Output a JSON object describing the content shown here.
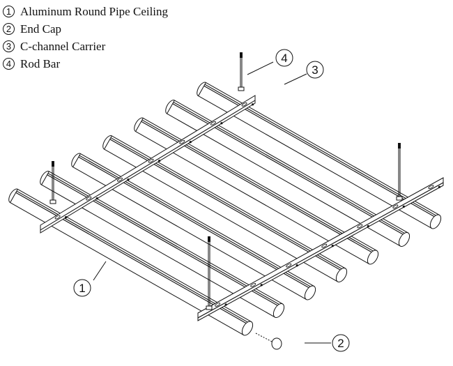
{
  "legend": [
    {
      "num": "1",
      "label": "Aluminum Round Pipe Ceiling"
    },
    {
      "num": "2",
      "label": "End Cap"
    },
    {
      "num": "3",
      "label": "C-channel Carrier"
    },
    {
      "num": "4",
      "label": "Rod Bar"
    }
  ],
  "callouts": {
    "pipe": "1",
    "end_cap": "2",
    "carrier": "3",
    "rod": "4"
  },
  "colors": {
    "line": "#111111",
    "fill": "#ffffff"
  }
}
